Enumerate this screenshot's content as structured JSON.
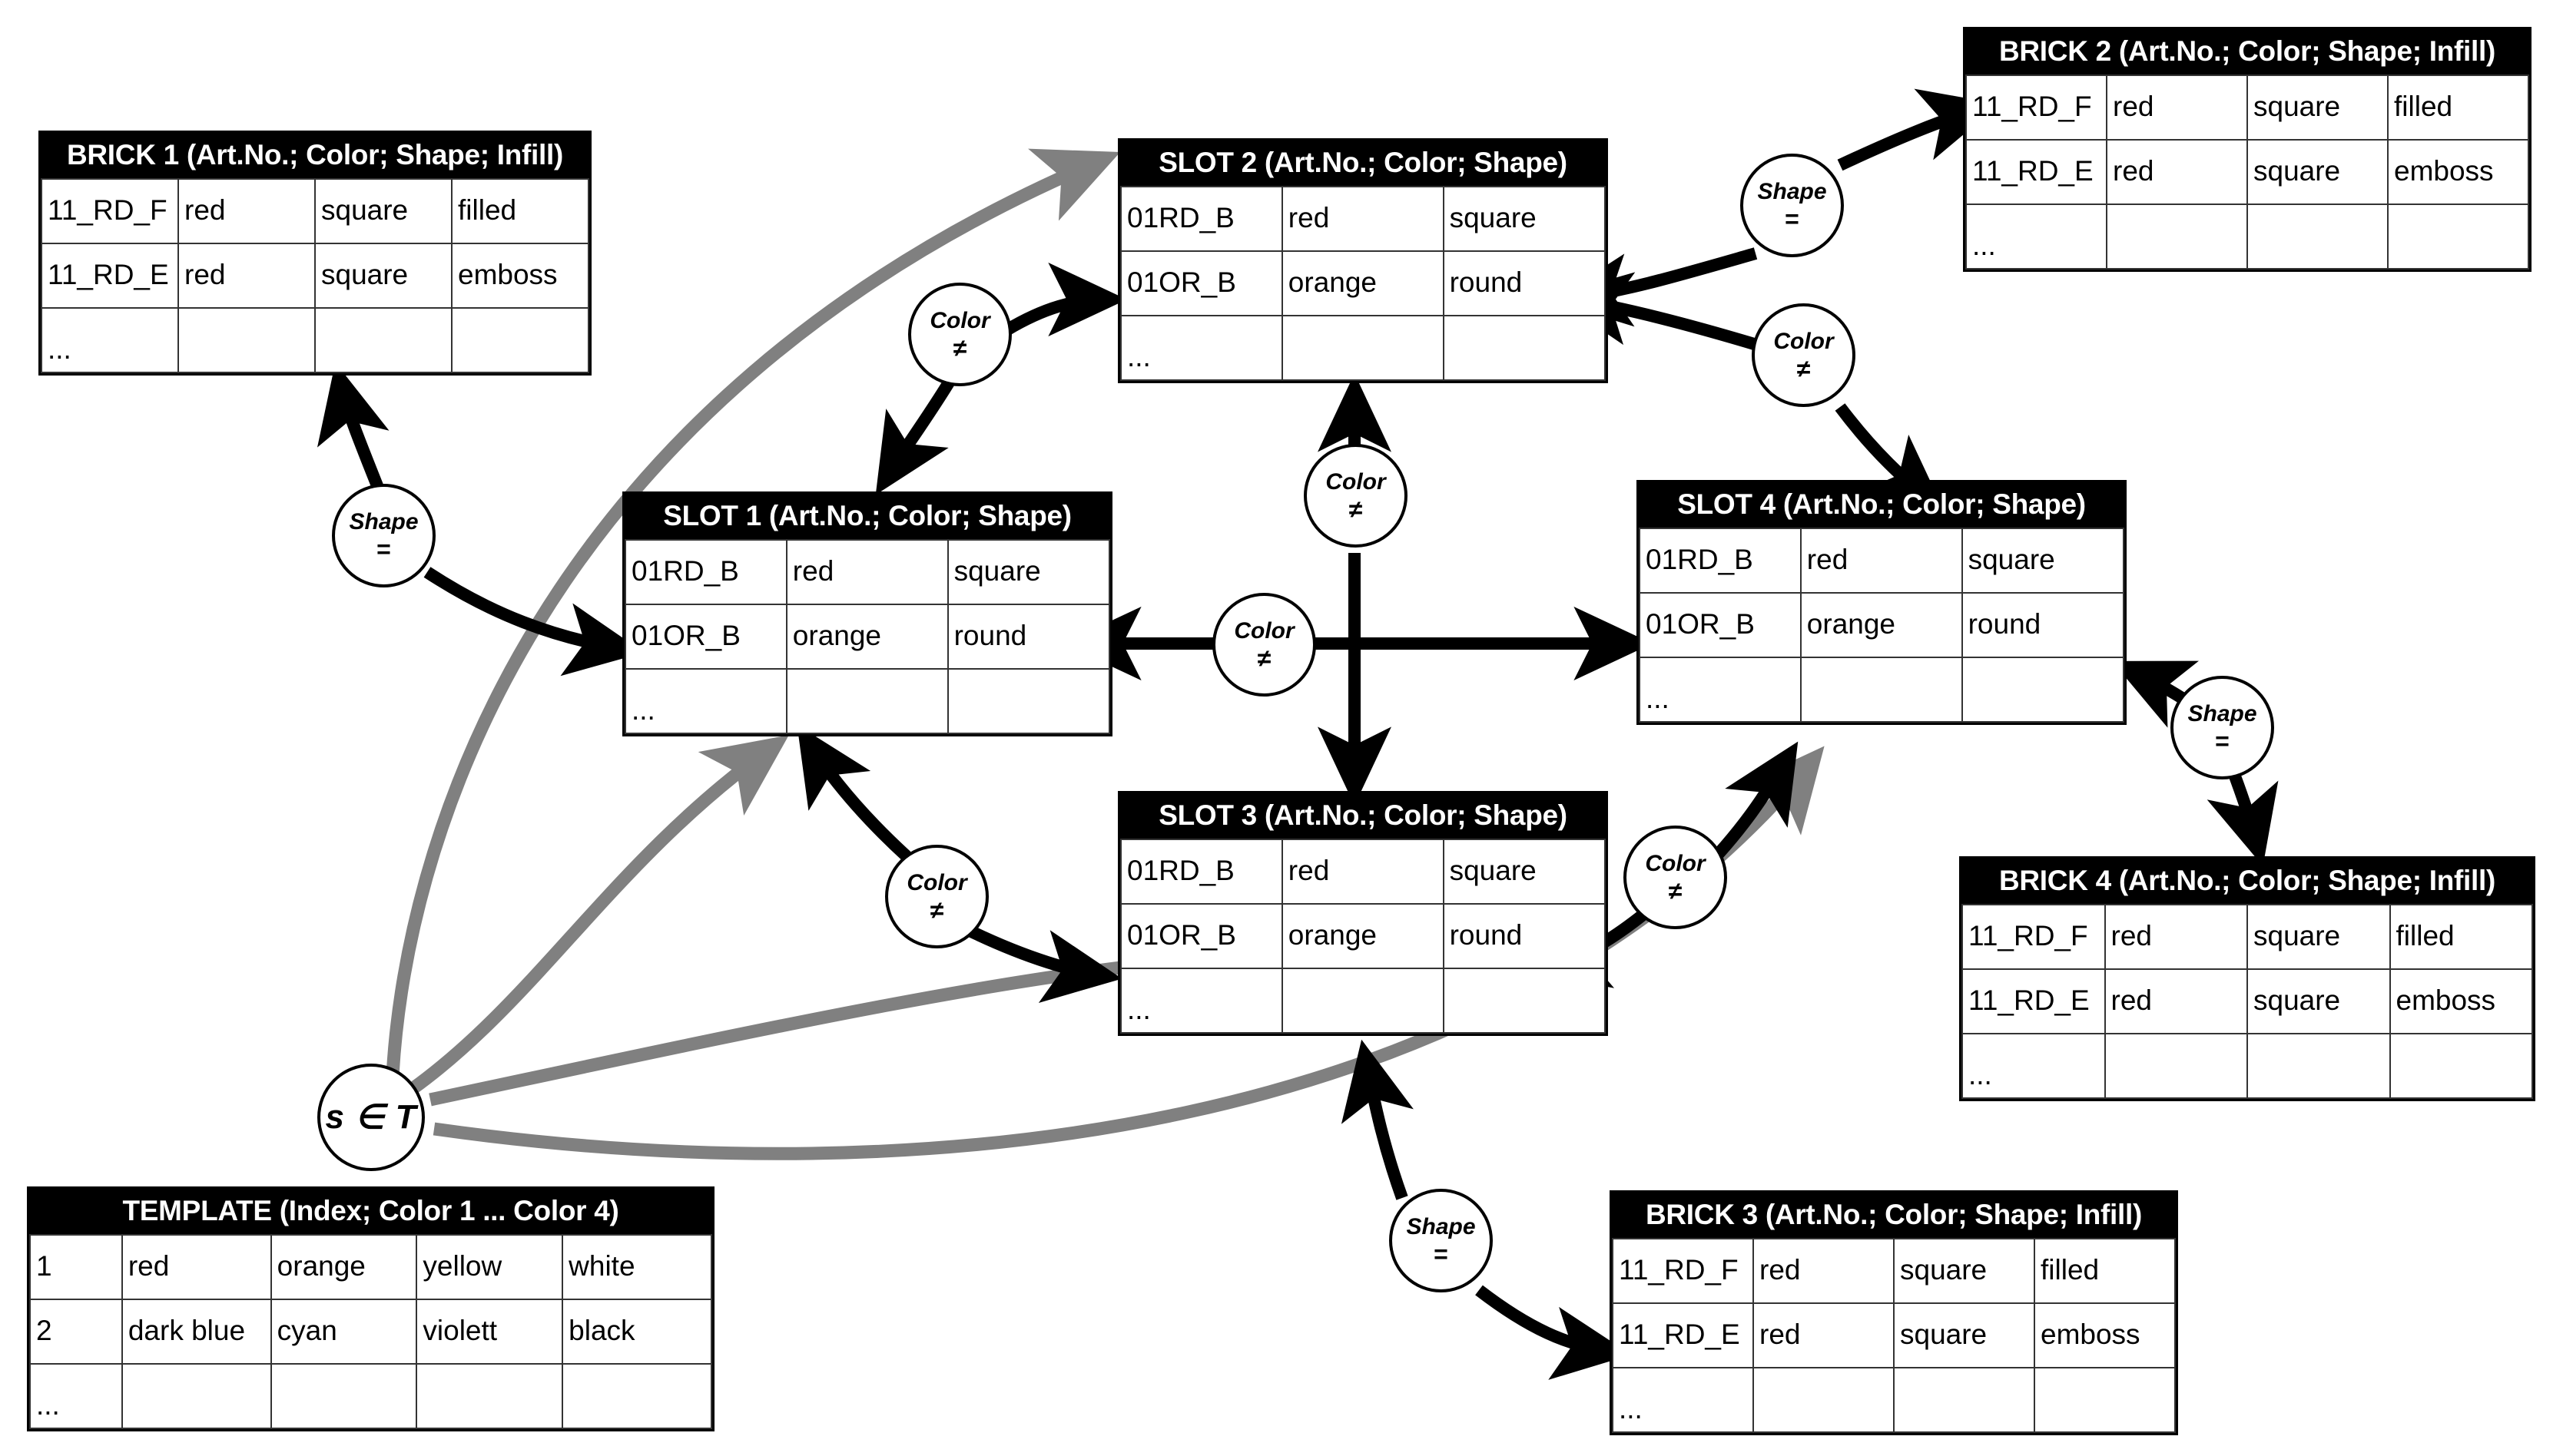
{
  "diagram": {
    "title": "Constraint network between SLOT, BRICK and TEMPLATE tables",
    "colors": {
      "black": "#000000",
      "gray": "#808080",
      "white": "#ffffff"
    }
  },
  "tables": {
    "brick1": {
      "header": "BRICK 1 (Art.No.; Color; Shape; Infill)",
      "columns": [
        "Art.No.",
        "Color",
        "Shape",
        "Infill"
      ],
      "rows": [
        [
          "11_RD_F",
          "red",
          "square",
          "filled"
        ],
        [
          "11_RD_E",
          "red",
          "square",
          "emboss"
        ],
        [
          "...",
          "",
          "",
          ""
        ]
      ]
    },
    "brick2": {
      "header": "BRICK 2 (Art.No.; Color; Shape; Infill)",
      "columns": [
        "Art.No.",
        "Color",
        "Shape",
        "Infill"
      ],
      "rows": [
        [
          "11_RD_F",
          "red",
          "square",
          "filled"
        ],
        [
          "11_RD_E",
          "red",
          "square",
          "emboss"
        ],
        [
          "...",
          "",
          "",
          ""
        ]
      ]
    },
    "brick3": {
      "header": "BRICK 3 (Art.No.; Color; Shape; Infill)",
      "columns": [
        "Art.No.",
        "Color",
        "Shape",
        "Infill"
      ],
      "rows": [
        [
          "11_RD_F",
          "red",
          "square",
          "filled"
        ],
        [
          "11_RD_E",
          "red",
          "square",
          "emboss"
        ],
        [
          "...",
          "",
          "",
          ""
        ]
      ]
    },
    "brick4": {
      "header": "BRICK 4 (Art.No.; Color; Shape; Infill)",
      "columns": [
        "Art.No.",
        "Color",
        "Shape",
        "Infill"
      ],
      "rows": [
        [
          "11_RD_F",
          "red",
          "square",
          "filled"
        ],
        [
          "11_RD_E",
          "red",
          "square",
          "emboss"
        ],
        [
          "...",
          "",
          "",
          ""
        ]
      ]
    },
    "slot1": {
      "header": "SLOT 1 (Art.No.; Color; Shape)",
      "columns": [
        "Art.No.",
        "Color",
        "Shape"
      ],
      "rows": [
        [
          "01RD_B",
          "red",
          "square"
        ],
        [
          "01OR_B",
          "orange",
          "round"
        ],
        [
          "...",
          "",
          ""
        ]
      ]
    },
    "slot2": {
      "header": "SLOT 2 (Art.No.; Color; Shape)",
      "columns": [
        "Art.No.",
        "Color",
        "Shape"
      ],
      "rows": [
        [
          "01RD_B",
          "red",
          "square"
        ],
        [
          "01OR_B",
          "orange",
          "round"
        ],
        [
          "...",
          "",
          ""
        ]
      ]
    },
    "slot3": {
      "header": "SLOT 3 (Art.No.; Color; Shape)",
      "columns": [
        "Art.No.",
        "Color",
        "Shape"
      ],
      "rows": [
        [
          "01RD_B",
          "red",
          "square"
        ],
        [
          "01OR_B",
          "orange",
          "round"
        ],
        [
          "...",
          "",
          ""
        ]
      ]
    },
    "slot4": {
      "header": "SLOT 4 (Art.No.; Color; Shape)",
      "columns": [
        "Art.No.",
        "Color",
        "Shape"
      ],
      "rows": [
        [
          "01RD_B",
          "red",
          "square"
        ],
        [
          "01OR_B",
          "orange",
          "round"
        ],
        [
          "...",
          "",
          ""
        ]
      ]
    },
    "template": {
      "header": "TEMPLATE (Index; Color 1 ... Color 4)",
      "columns": [
        "Index",
        "Color 1",
        "Color 2",
        "Color 3",
        "Color 4"
      ],
      "rows": [
        [
          "1",
          "red",
          "orange",
          "yellow",
          "white"
        ],
        [
          "2",
          "dark blue",
          "cyan",
          "violett",
          "black"
        ],
        [
          "...",
          "",
          "",
          "",
          ""
        ]
      ]
    }
  },
  "nodes": {
    "shape_b1": {
      "attribute": "Shape",
      "operator": "="
    },
    "shape_b2": {
      "attribute": "Shape",
      "operator": "="
    },
    "shape_b3": {
      "attribute": "Shape",
      "operator": "="
    },
    "shape_b4": {
      "attribute": "Shape",
      "operator": "="
    },
    "color_s1s2": {
      "attribute": "Color",
      "operator": "≠"
    },
    "color_s2s4": {
      "attribute": "Color",
      "operator": "≠"
    },
    "color_s2s3": {
      "attribute": "Color",
      "operator": "≠"
    },
    "color_s1s4": {
      "attribute": "Color",
      "operator": "≠"
    },
    "color_s1s3": {
      "attribute": "Color",
      "operator": "≠"
    },
    "color_s3s4": {
      "attribute": "Color",
      "operator": "≠"
    },
    "template_set": {
      "label": "s ∈ T"
    }
  }
}
